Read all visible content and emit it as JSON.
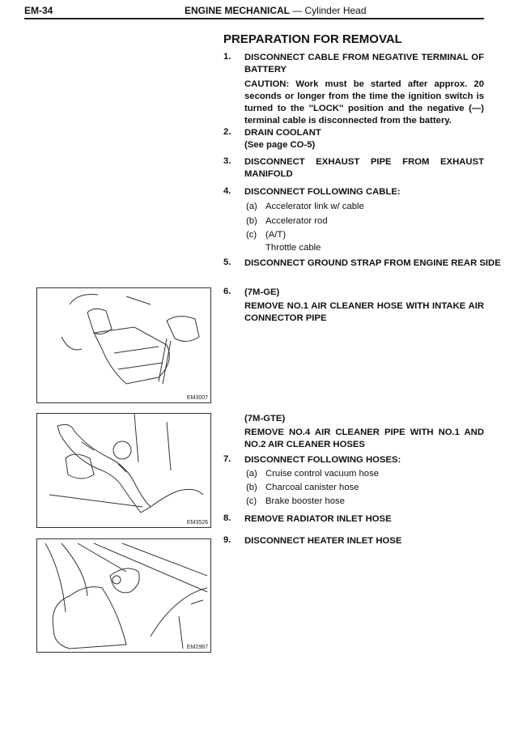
{
  "header": {
    "page": "EM-34",
    "section": "ENGINE MECHANICAL",
    "subsection": "Cylinder Head",
    "dash": "—"
  },
  "title": "PREPARATION FOR REMOVAL",
  "steps": [
    {
      "num": "1.",
      "text": "DISCONNECT CABLE FROM NEGATIVE TERMINAL OF BATTERY",
      "caution": "CAUTION:  Work must be started after approx. 20 seconds or longer from the time the ignition switch is turned to the ''LOCK'' position and the negative (—) terminal cable is disconnected from the battery."
    },
    {
      "num": "2.",
      "text": "DRAIN COOLANT",
      "sub": "(See page CO-5)"
    },
    {
      "num": "3.",
      "text": "DISCONNECT EXHAUST PIPE FROM EXHAUST MANIFOLD"
    },
    {
      "num": "4.",
      "text": "DISCONNECT FOLLOWING CABLE:",
      "items": [
        {
          "l": "(a)",
          "t": "Accelerator link w/ cable"
        },
        {
          "l": "(b)",
          "t": "Accelerator rod"
        },
        {
          "l": "(c)",
          "t": "(A/T)",
          "t2": "Throttle cable"
        }
      ]
    },
    {
      "num": "5.",
      "text": "DISCONNECT GROUND STRAP FROM ENGINE REAR SIDE"
    },
    {
      "num": "6.",
      "text": "(7M-GE)",
      "sub": "REMOVE NO.1 AIR CLEANER HOSE WITH INTAKE AIR CONNECTOR PIPE",
      "alt_label": "(7M-GTE)",
      "alt_text": "REMOVE NO.4 AIR CLEANER PIPE WITH NO.1 AND NO.2 AIR CLEANER HOSES"
    },
    {
      "num": "7.",
      "text": "DISCONNECT FOLLOWING HOSES:",
      "items": [
        {
          "l": "(a)",
          "t": "Cruise control vacuum hose"
        },
        {
          "l": "(b)",
          "t": "Charcoal canister hose"
        },
        {
          "l": "(c)",
          "t": "Brake booster hose"
        }
      ]
    },
    {
      "num": "8.",
      "text": "REMOVE RADIATOR INLET HOSE"
    },
    {
      "num": "9.",
      "text": "DISCONNECT HEATER INLET HOSE"
    }
  ],
  "figures": [
    {
      "code": "EM3007"
    },
    {
      "code": "EM3526"
    },
    {
      "code": "EM2967"
    }
  ]
}
